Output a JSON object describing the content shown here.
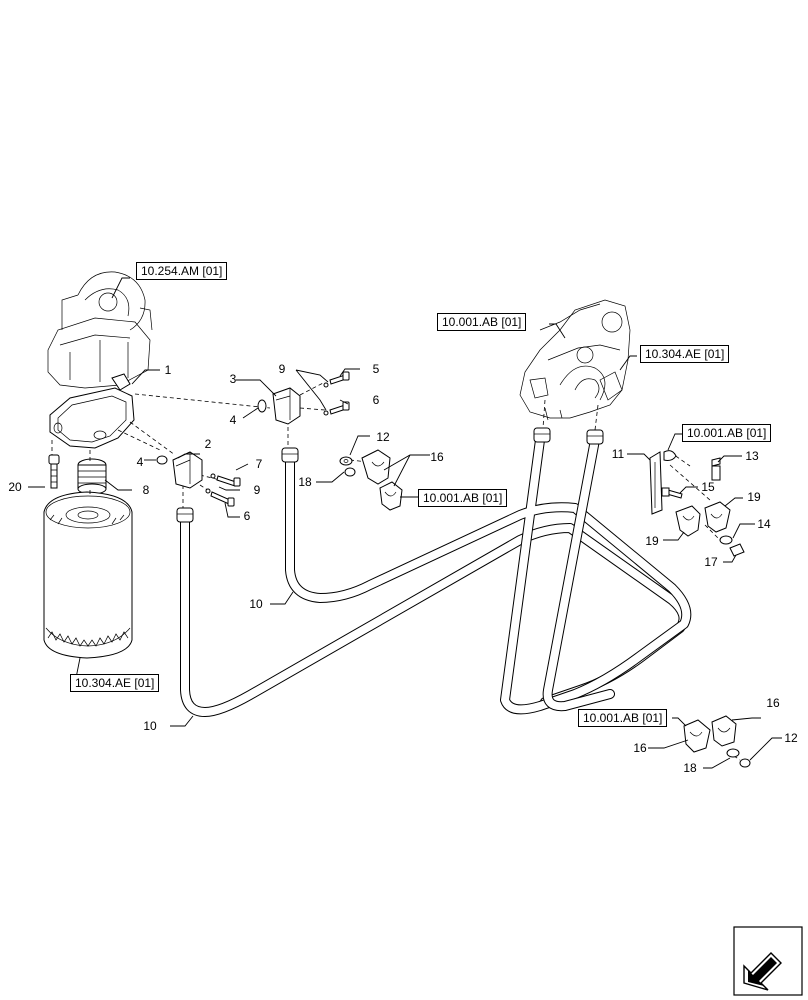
{
  "references": {
    "r_254_am": "10.254.AM [01]",
    "r_001_ab_top": "10.001.AB [01]",
    "r_304_ae_top": "10.304.AE [01]",
    "r_001_ab_right": "10.001.AB [01]",
    "r_001_ab_mid": "10.001.AB [01]",
    "r_304_ae_bottom": "10.304.AE [01]",
    "r_001_ab_bottom": "10.001.AB [01]"
  },
  "callouts": {
    "c1": "1",
    "c2": "2",
    "c3": "3",
    "c4a": "4",
    "c4b": "4",
    "c5": "5",
    "c6a": "6",
    "c6b": "6",
    "c7": "7",
    "c8": "8",
    "c9a": "9",
    "c9b": "9",
    "c10a": "10",
    "c10b": "10",
    "c11": "11",
    "c12a": "12",
    "c12b": "12",
    "c13": "13",
    "c14": "14",
    "c15": "15",
    "c16a": "16",
    "c16b": "16",
    "c16c": "16",
    "c17": "17",
    "c18a": "18",
    "c18b": "18",
    "c19a": "19",
    "c19b": "19",
    "c20": "20"
  },
  "nav": {
    "icon": "next-page-arrow-icon"
  }
}
